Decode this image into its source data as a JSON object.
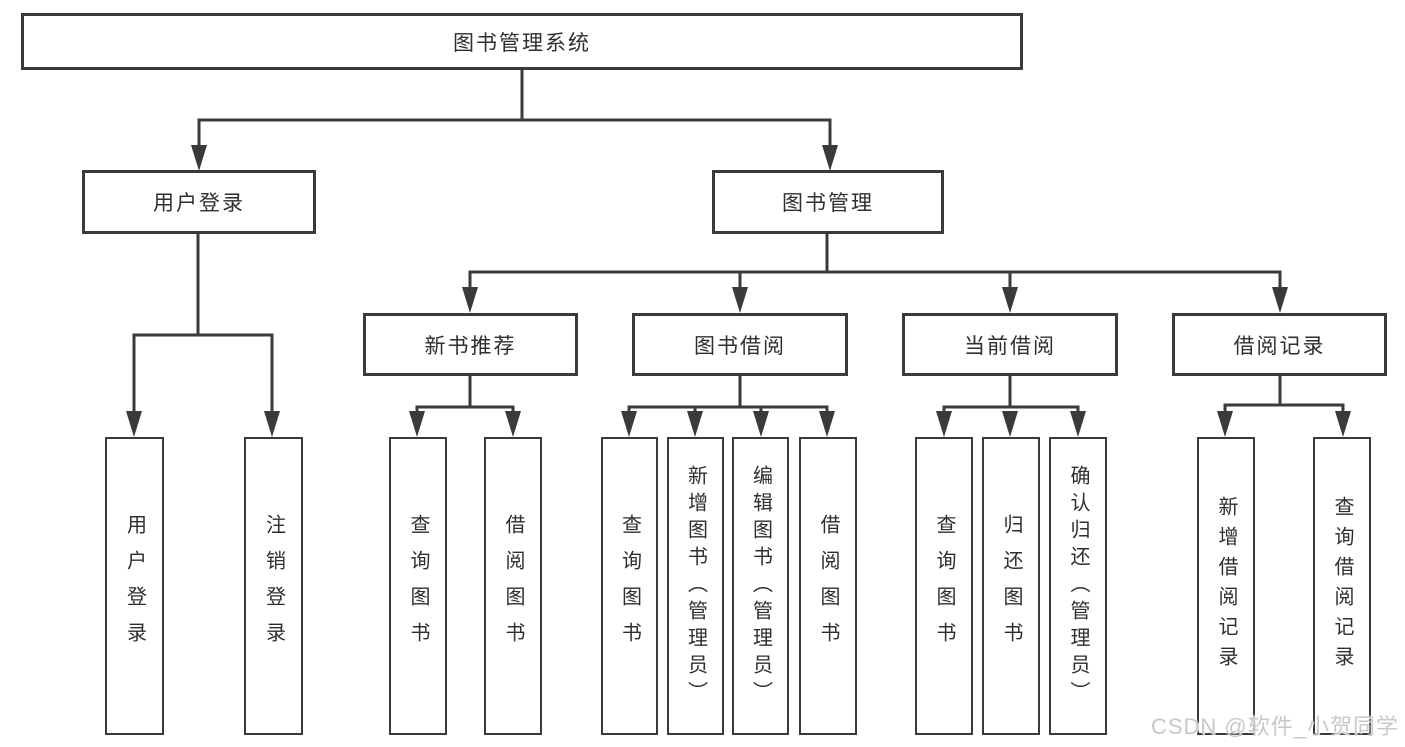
{
  "colors": {
    "background": "#ffffff",
    "line": "#3a3a3a",
    "box_border": "#3a3a3a",
    "text": "#2e2e33",
    "watermark_text": "#c8c8c8"
  },
  "watermark": {
    "text": "CSDN @软件_小贺同学"
  },
  "tree": {
    "root": {
      "label": "图书管理系统",
      "children": [
        {
          "label": "用户登录",
          "children": [
            {
              "label": "用户登录"
            },
            {
              "label": "注销登录"
            }
          ]
        },
        {
          "label": "图书管理",
          "children": [
            {
              "label": "新书推荐",
              "children": [
                {
                  "label": "查询图书"
                },
                {
                  "label": "借阅图书"
                }
              ]
            },
            {
              "label": "图书借阅",
              "children": [
                {
                  "label": "查询图书"
                },
                {
                  "label": "新增图书（管理员）"
                },
                {
                  "label": "编辑图书（管理员）"
                },
                {
                  "label": "借阅图书"
                }
              ]
            },
            {
              "label": "当前借阅",
              "children": [
                {
                  "label": "查询图书"
                },
                {
                  "label": "归还图书"
                },
                {
                  "label": "确认归还（管理员）"
                }
              ]
            },
            {
              "label": "借阅记录",
              "children": [
                {
                  "label": "新增借阅记录"
                },
                {
                  "label": "查询借阅记录"
                }
              ]
            }
          ]
        }
      ]
    }
  }
}
